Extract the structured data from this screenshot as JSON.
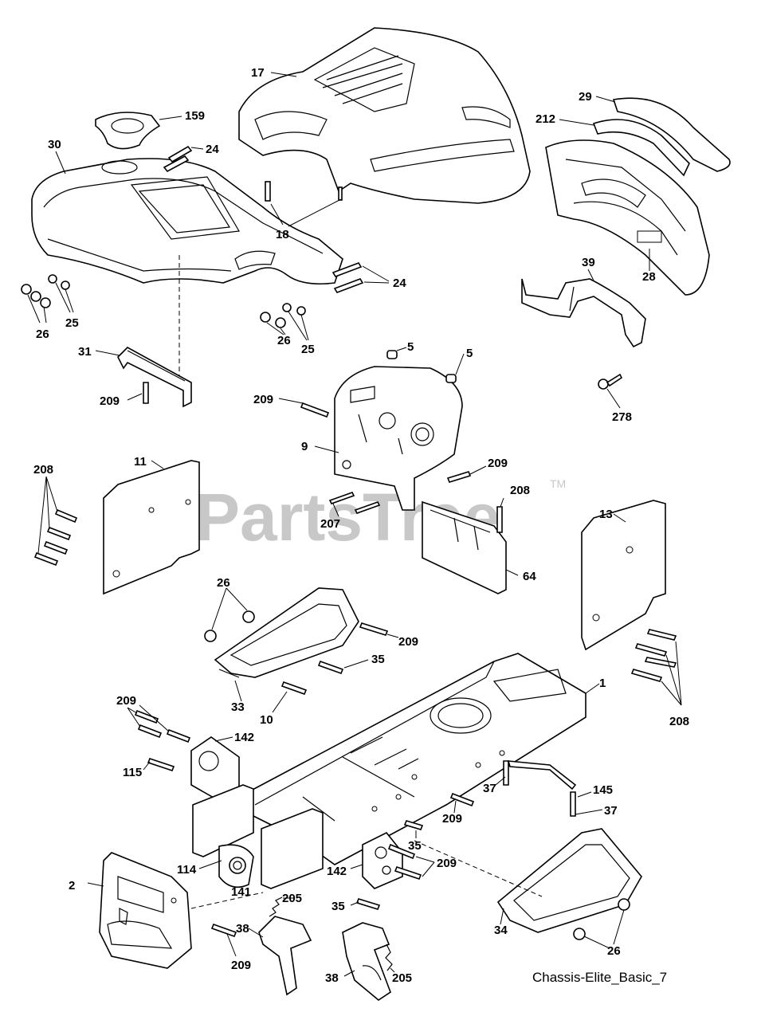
{
  "watermark": {
    "text": "PartsTree",
    "trademark": "TM"
  },
  "caption": "Chassis-Elite_Basic_7",
  "callouts": {
    "c17": "17",
    "c159": "159",
    "c30": "30",
    "c24a": "24",
    "c18": "18",
    "c24b": "24",
    "c26a": "26",
    "c25a": "25",
    "c26b": "26",
    "c25b": "25",
    "c29": "29",
    "c212": "212",
    "c28": "28",
    "c39": "39",
    "c278": "278",
    "c31": "31",
    "c209a": "209",
    "c5a": "5",
    "c5b": "5",
    "c209b": "209",
    "c9": "9",
    "c209c": "209",
    "c208a": "208",
    "c207": "207",
    "c64": "64",
    "c208b": "208",
    "c11": "11",
    "c13": "13",
    "c26c": "26",
    "c209d": "209",
    "c35a": "35",
    "c33": "33",
    "c10": "10",
    "c1": "1",
    "c208c": "208",
    "c209e": "209",
    "c142a": "142",
    "c115": "115",
    "c37a": "37",
    "c145": "145",
    "c37b": "37",
    "c209f": "209",
    "c35b": "35",
    "c209g": "209",
    "c142b": "142",
    "c114": "114",
    "c141": "141",
    "c2": "2",
    "c205a": "205",
    "c35c": "35",
    "c38a": "38",
    "c209h": "209",
    "c34": "34",
    "c26d": "26",
    "c38b": "38",
    "c205b": "205"
  }
}
